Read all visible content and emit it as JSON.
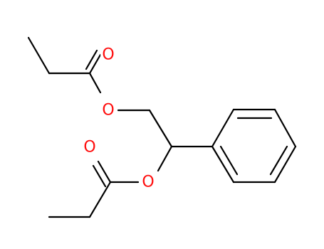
{
  "molecule": {
    "atoms": [
      {
        "id": "O1",
        "symbol": "O"
      },
      {
        "id": "O2",
        "symbol": "O"
      },
      {
        "id": "O3",
        "symbol": "O"
      },
      {
        "id": "O4",
        "symbol": "O"
      }
    ]
  },
  "colors": {
    "oxygen": "#ff0d0d",
    "carbon_bond": "#000000",
    "background": "#ffffff"
  }
}
